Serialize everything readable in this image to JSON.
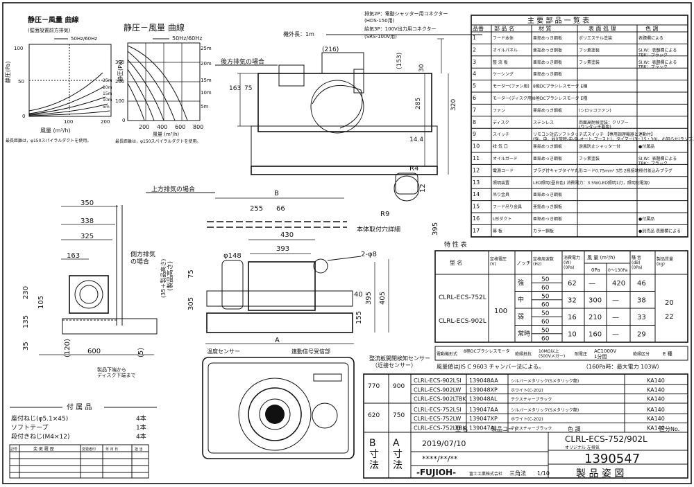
{
  "static_curve": {
    "title": "静圧－風量 曲線",
    "note": "(壁面設置前方排気)",
    "legend": "50Hz/60Hz",
    "y_label": "静圧(Pa)",
    "x_label": "風量 (m³/h)",
    "y_ticks": [
      "100",
      "50",
      "0"
    ],
    "x_ticks": [
      "100",
      "200"
    ],
    "curve_labels": [
      "25m",
      "20m",
      "15m",
      "10m",
      "5m"
    ],
    "duct_note": "最長距離は，φ150スパイラルダクトを使用。"
  },
  "static_curve_large": {
    "title": "静圧－風量 曲線",
    "legend": "50Hz/60Hz",
    "y_label": "静圧(Pa)",
    "x_label": "風量 (m³/h)",
    "y_ticks": [
      "300",
      "200",
      "100",
      "0"
    ],
    "x_ticks": [
      "200",
      "400",
      "600",
      "800"
    ],
    "curve_labels": [
      "25m",
      "20m",
      "15m",
      "10m",
      "5m"
    ],
    "duct_note": "最長距離は，φ150スパイラルダクトを使用。"
  },
  "front_view": {
    "connector_exhaust": "排気2P：電動シャッター用コネクター",
    "connector_exhaust_model": "(HDS-150用)",
    "connector_supply": "給気3P：100V出力用コネクター",
    "connector_supply_model": "(SRS-100V用)",
    "cord_length": "機外長：1m",
    "rear_exhaust": "後方排気の場合",
    "dims": [
      "(216)",
      "(153)",
      "30",
      "163",
      "75",
      "285",
      "320",
      "14.4"
    ]
  },
  "side_view": {
    "dims": [
      "350",
      "338",
      "325",
      "163",
      "230",
      "105",
      "135",
      "35",
      "(120)",
      "600",
      "(5)"
    ],
    "side_exhaust": "側方排気\nの場合",
    "center_height": "(35＋製品高さ)",
    "filter_note": "製品下端から\nディスク下端まで"
  },
  "top_view": {
    "top_exhaust": "上方排気の場合",
    "dims": [
      "B",
      "255",
      "66",
      "430",
      "393",
      "φ148",
      "2-φ8",
      "40",
      "75",
      "305",
      "395",
      "405",
      "155",
      "A",
      "(製品高さ)"
    ],
    "mount_hole": "本体取付穴詳細",
    "hole_dims": [
      "R4",
      "12",
      "R9",
      "395"
    ]
  },
  "bottom_view": {
    "sensor_temp": "温度センサー",
    "sensor_link": "連動信号受信部",
    "sensor_near": "整流板開閉検知センサー",
    "sensor_near_sub": "（近接センサー）"
  },
  "accessories": {
    "title": "付 属 品",
    "items": [
      {
        "name": "座付ねじ(φ5.1×45)",
        "qty": "4本"
      },
      {
        "name": "ソフトテープ",
        "qty": "1本"
      },
      {
        "name": "段付きねじ(M4×12)",
        "qty": "4本"
      }
    ]
  },
  "revision_header": [
    "記号",
    "変 更 履 歴",
    "変更者印",
    "年 月 日",
    "担 当"
  ],
  "parts_table": {
    "title": "主 要 部 品 一 覧 表",
    "headers": [
      "品番",
      "部 品 名",
      "材 質",
      "表 面 処 理",
      "色 調"
    ],
    "rows": [
      [
        "1",
        "フード本体",
        "亜鉛めっき鋼板",
        "ポリエステル塗装",
        "表題欄による"
      ],
      [
        "2",
        "オイルパネル",
        "亜鉛めっき鋼板",
        "フッ素塗装",
        "SI,W：表題欄による\nTBK：ブラック"
      ],
      [
        "3",
        "整 流 板",
        "亜鉛めっき鋼板",
        "フッ素塗装",
        "SI,W：表題欄による\nTBK：ブラック"
      ],
      [
        "4",
        "ケーシング",
        "亜鉛めっき鋼板",
        "",
        ""
      ],
      [
        "5",
        "モーター(ファン用)",
        "8極DCブラシレスモータ E種",
        "",
        ""
      ],
      [
        "6",
        "モーター(ディスク用)",
        "8極DCブラシレスモータ E種",
        "",
        ""
      ],
      [
        "7",
        "ファン",
        "亜鉛めっき鋼板",
        "(シロッコファン)",
        ""
      ],
      [
        "8",
        "ディスク",
        "ステンレス",
        "両面高耐候塗装：クリアー\n(ワンタッチ着脱)",
        ""
      ],
      [
        "9",
        "スイッチ",
        "リモコン対応ソフトタッチ式スイッチ 【専用調理機器と連動付】\n(強，中，弱)(常時-中-強-オート-ブースト)，タイマー(3・15・30)，お知らせ(ランプ，機能表，油煙)",
        ""
      ],
      [
        "10",
        "排 気 口",
        "亜鉛めっき鋼板",
        "逆風防止シャッター付",
        "●付属品"
      ],
      [
        "11",
        "オイルガード",
        "亜鉛めっき鋼板",
        "フッ素塗装",
        "SI,W：表題欄による\nTBK：ブラック"
      ],
      [
        "12",
        "電源コード",
        "プラグ付キャブタイヤ丸形コード0.75mm² 3芯 2極接地極付差込みプラグ",
        "",
        ""
      ],
      [
        "13",
        "照明装置",
        "LED照明(昼白色) 消費電力：3.5W(LED照明1灯，照明別電源)",
        "",
        ""
      ],
      [
        "14",
        "吊り金具",
        "亜鉛めっき鋼板",
        "",
        ""
      ],
      [
        "15",
        "フード吊り金具",
        "亜鉛めっき鋼板",
        "",
        ""
      ],
      [
        "16",
        "L形ダクト",
        "亜鉛めっき鋼板",
        "",
        "●付属品"
      ],
      [
        "17",
        "幕 板",
        "カラー鋼板",
        "",
        "●別売品 表題欄による"
      ]
    ]
  },
  "spec_table": {
    "title": "特 性 表",
    "headers": [
      "型 名",
      "定格電圧\n(V)",
      "ノッチ",
      "定格周波数\n(Hz)",
      "消費電力\n(W)\n(0Pa)",
      "風 量 (m³/h)",
      "騒 音\n(dB)\n(0Pa)",
      "製品質量\n(kg)"
    ],
    "sub_headers": [
      "0Pa",
      "0～130Pa"
    ],
    "models": [
      "CLRL-ECS-752L",
      "CLRL-ECS-902L"
    ],
    "voltage": "100",
    "weights": [
      "20",
      "22"
    ],
    "notches": [
      {
        "notch": "強",
        "hz": [
          "50",
          "60"
        ],
        "watt": "62",
        "q0": "—",
        "q130": "420",
        "db": "46"
      },
      {
        "notch": "中",
        "hz": [
          "50",
          "60"
        ],
        "watt": "32",
        "q0": "300",
        "q130": "—",
        "db": "38"
      },
      {
        "notch": "弱",
        "hz": [
          "50",
          "60"
        ],
        "watt": "16",
        "q0": "210",
        "q130": "—",
        "db": "33"
      },
      {
        "notch": "常時",
        "hz": [
          "50",
          "60"
        ],
        "watt": "10",
        "q0": "160",
        "q130": "—",
        "db": "29"
      }
    ],
    "motor_row": [
      "電動機形式",
      "8極DCブラシレスモータ",
      "絶縁抵抗",
      "10MΩ以上\n(500Vメガー)",
      "耐電圧",
      "AC1000V\n1分間",
      "絶縁区分",
      "E 種"
    ],
    "note": "風量値はJIS C 9603 チャンバー法による。",
    "note_power": "（160Pa時：最大電力 103W）"
  },
  "models_table": {
    "rows": [
      [
        "770",
        "900",
        "CLRL-ECS-902LSI",
        "139048AA",
        "シルバーメタリック(Sメタリック艶)",
        "KA140"
      ],
      [
        "",
        "",
        "CLRL-ECS-902LW",
        "139048XP",
        "ホワイト(C-202)",
        "KA140"
      ],
      [
        "",
        "",
        "CLRL-ECS-902LTBK",
        "139048AL",
        "テクスチャーブラック",
        "KA140"
      ],
      [
        "620",
        "750",
        "CLRL-ECS-752LSI",
        "139047AA",
        "シルバーメタリック(Sメタリック艶)",
        "KA140"
      ],
      [
        "",
        "",
        "CLRL-ECS-752LW",
        "139047XP",
        "ホワイト(C-202)",
        "KA140"
      ],
      [
        "",
        "",
        "CLRL-ECS-752LTBK",
        "139047AL",
        "テクスチャーブラック",
        "KA140"
      ]
    ],
    "footer": [
      "B\n寸\n法",
      "A\n寸\n法",
      "型 名",
      "製品コード",
      "色 調",
      "区分No."
    ]
  },
  "title_block": {
    "date": "2019/07/10",
    "date_alt": "****/**/**",
    "model": "CLRL-ECS-752/902L",
    "model_sub": "オリジナル 左排気",
    "code": "1390547",
    "brand": "-FUJIOH-",
    "company": "富士工業株式会社",
    "projection": "三角法",
    "scale": "1/10",
    "doc_title": "製 品 姿 図"
  }
}
